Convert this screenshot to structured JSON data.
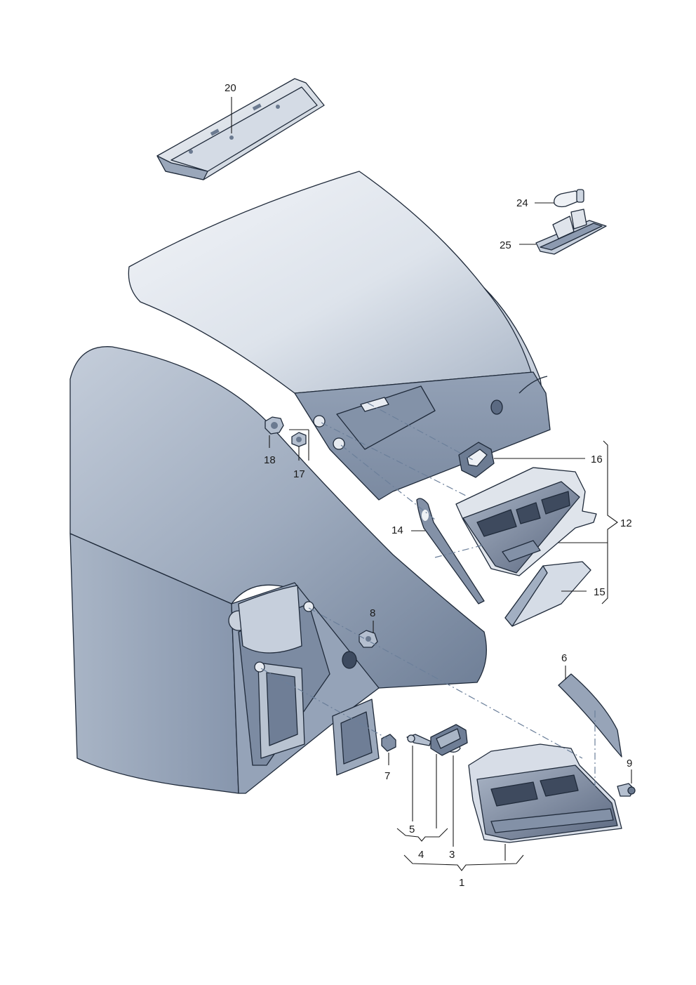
{
  "labels": {
    "l20": "20",
    "l24": "24",
    "l25": "25",
    "l16": "16",
    "l18": "18",
    "l17": "17",
    "l12": "12",
    "l14": "14",
    "l15": "15",
    "l8": "8",
    "l6": "6",
    "l9": "9",
    "l7": "7",
    "l5": "5",
    "l4": "4",
    "l3": "3",
    "l1": "1"
  },
  "colors": {
    "panel_light": "#e9edf3",
    "panel_mid": "#b9c4d3",
    "panel_dark": "#7f8ea5",
    "panel_darker": "#5f6f88",
    "outline": "#1f2a3a",
    "lamp_dark": "#4a566b",
    "highlight": "#ffffff"
  }
}
